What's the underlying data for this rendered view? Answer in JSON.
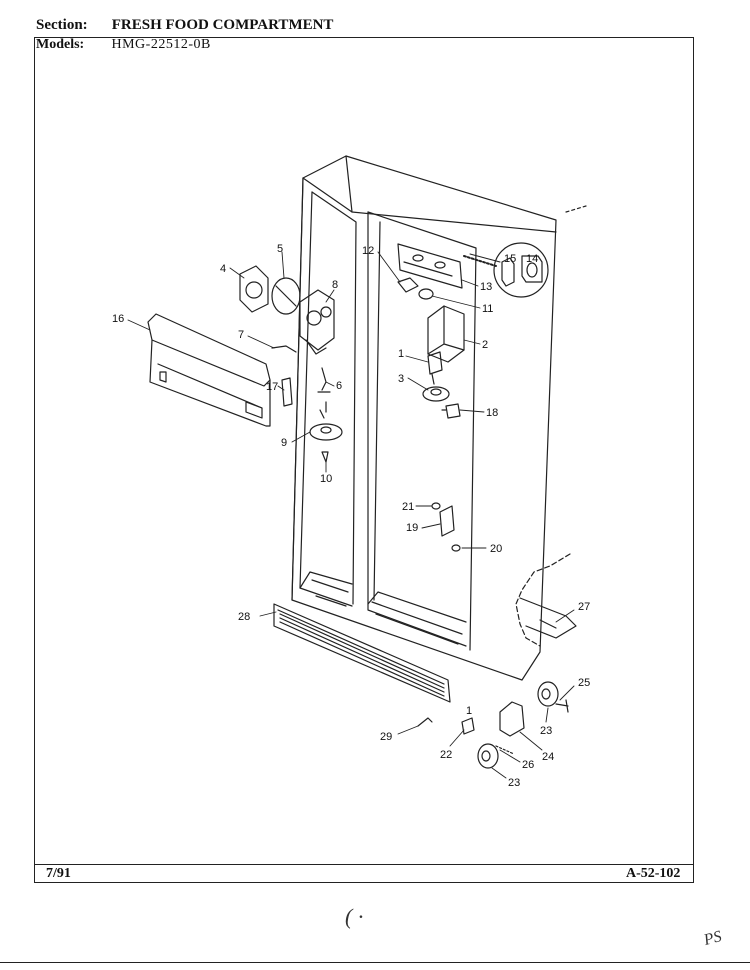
{
  "header": {
    "section_label": "Section:",
    "section_value": "FRESH FOOD COMPARTMENT",
    "models_label": "Models:",
    "models_value": "HMG-22512-0B"
  },
  "footer": {
    "date": "7/91",
    "page_code": "A-52-102"
  },
  "callouts": [
    "1",
    "2",
    "3",
    "4",
    "5",
    "6",
    "7",
    "8",
    "9",
    "10",
    "11",
    "12",
    "13",
    "14",
    "15",
    "16",
    "17",
    "18",
    "19",
    "20",
    "21",
    "22",
    "23",
    "24",
    "25",
    "26",
    "27",
    "28",
    "29"
  ],
  "handwriting": {
    "center": "( ·",
    "corner": "PS"
  }
}
